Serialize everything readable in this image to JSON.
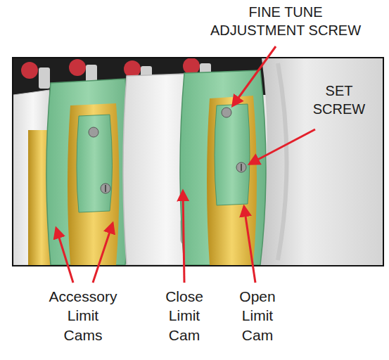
{
  "diagram": {
    "labels": [
      "FINE TUNE ADJUSTMENT SCREW",
      "SET SCREW",
      "Accessory Limit Cams",
      "Close Limit Cam",
      "Open Limit Cam"
    ]
  }
}
